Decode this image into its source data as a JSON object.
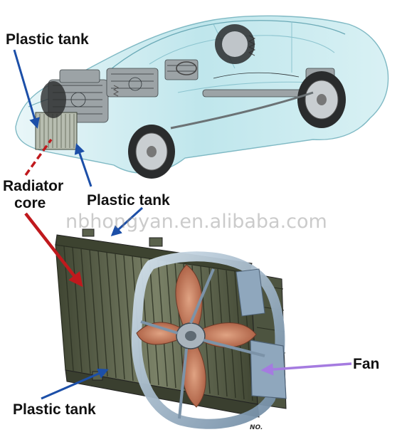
{
  "labels": {
    "plastic_tank_top": "Plastic tank",
    "radiator_core_line1": "Radiator",
    "radiator_core_line2": "core",
    "plastic_tank_middle": "Plastic tank",
    "fan": "Fan",
    "plastic_tank_bottom": "Plastic tank"
  },
  "watermark": "nbhongyan.en.alibaba.com",
  "corner_mark": "NO.",
  "colors": {
    "arrow_blue": "#1c4fa8",
    "arrow_red": "#c0191d",
    "arrow_purple": "#a57be0",
    "car_tint": "#8fd2de",
    "radiator": "#5b6248",
    "fan_blade": "#c77a5c",
    "shroud": "#9db4c8"
  },
  "icons": [
    "car-illustration",
    "radiator-illustration",
    "fan-illustration"
  ]
}
